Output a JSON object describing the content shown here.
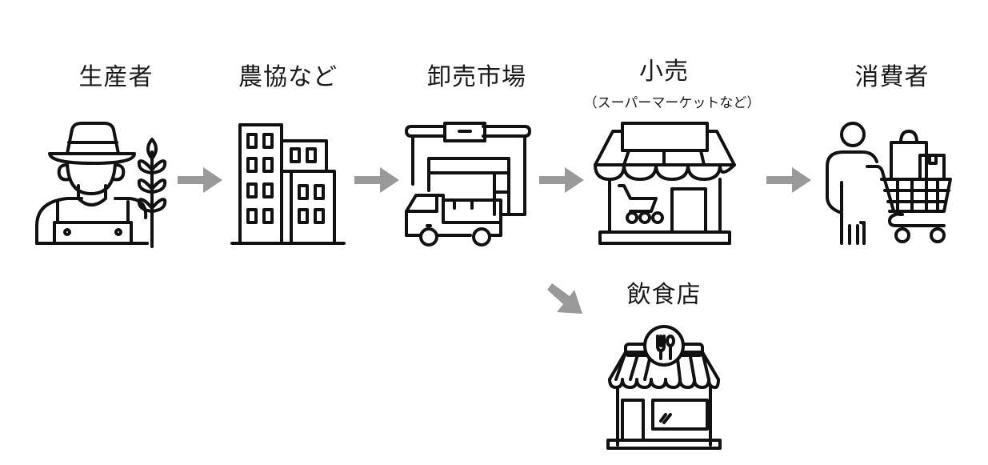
{
  "diagram": {
    "type": "flow",
    "nodes": [
      {
        "id": "producer",
        "label": "生産者",
        "icon": "farmer-icon"
      },
      {
        "id": "ja",
        "label": "農協など",
        "icon": "buildings-icon"
      },
      {
        "id": "wholesale",
        "label": "卸売市場",
        "icon": "warehouse-truck-icon"
      },
      {
        "id": "retail",
        "label": "小売",
        "sublabel": "（スーパーマーケットなど）",
        "icon": "storefront-cart-icon"
      },
      {
        "id": "consumer",
        "label": "消費者",
        "icon": "shopper-cart-icon"
      },
      {
        "id": "restaurant",
        "label": "飲食店",
        "icon": "restaurant-icon"
      }
    ],
    "edges": [
      {
        "from": "producer",
        "to": "ja"
      },
      {
        "from": "ja",
        "to": "wholesale"
      },
      {
        "from": "wholesale",
        "to": "retail"
      },
      {
        "from": "retail",
        "to": "consumer"
      },
      {
        "from": "wholesale",
        "to": "restaurant"
      }
    ],
    "arrow_color": "#999999"
  }
}
